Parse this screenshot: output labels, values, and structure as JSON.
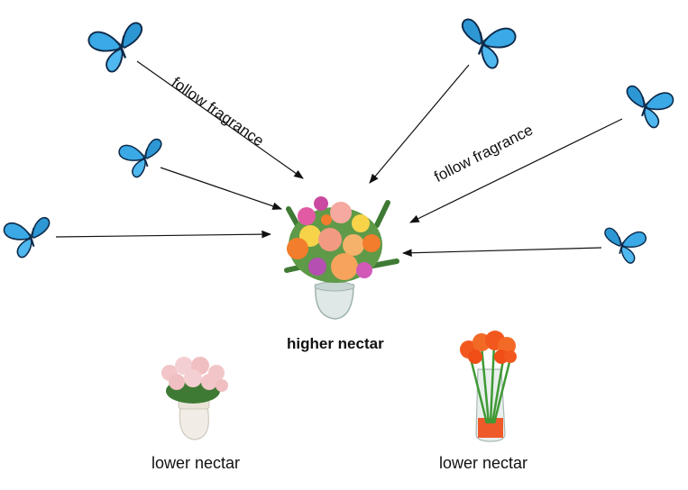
{
  "labels": {
    "follow_left": "follow fragrance",
    "follow_right": "follow fragrance",
    "higher": "higher nectar",
    "lower_left": "lower nectar",
    "lower_right": "lower nectar"
  },
  "colors": {
    "butterfly": "#3aa9e6",
    "butterfly_dark": "#0d2a4a",
    "arrow": "#111111",
    "rose": "#f2c6c8",
    "leaf": "#3f7a34",
    "gerbera": "#f2581d",
    "vase_glass": "#dfe8e6",
    "vase_white": "#f1ede6",
    "sand": "#ef5a2a"
  }
}
